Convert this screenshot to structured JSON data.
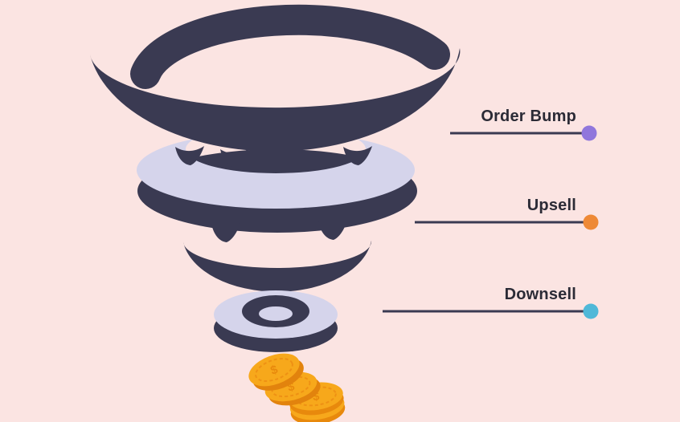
{
  "scene": {
    "background": "#FBE4E2",
    "text_color": "#2B2B36",
    "line_color": "#3A3A52"
  },
  "funnel": {
    "dark": "#3A3A52",
    "light": "#D5D4EB"
  },
  "coins": {
    "gold": "#F7A81B",
    "amber": "#E8890C",
    "shadow": "#E2830D",
    "rim": "#EE9114",
    "symbol": "$"
  },
  "callouts": [
    {
      "label": "Order Bump",
      "dot_color": "#9077DC"
    },
    {
      "label": "Upsell",
      "dot_color": "#EE8936"
    },
    {
      "label": "Downsell",
      "dot_color": "#4FB8D8"
    }
  ]
}
